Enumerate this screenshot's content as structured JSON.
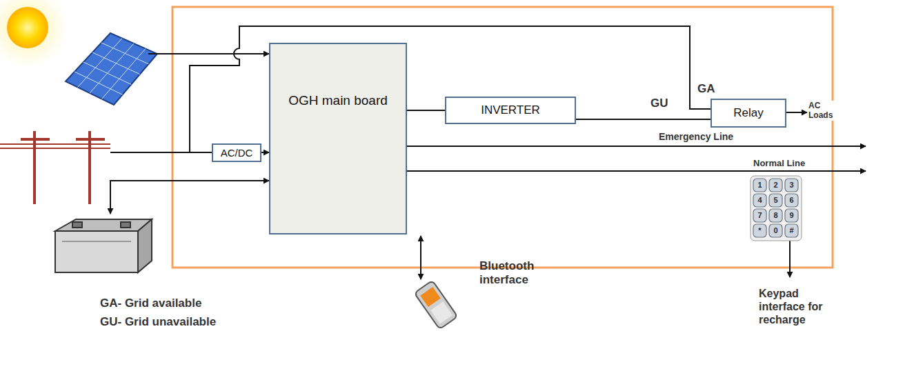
{
  "diagram": {
    "nodes": [
      {
        "text": [
          "OGH main board"
        ]
      },
      {
        "text": [
          "INVERTER"
        ]
      },
      {
        "text": [
          "Relay"
        ]
      },
      {
        "text": [
          "AC/DC"
        ]
      }
    ],
    "edges": [
      {
        "from": 3,
        "to": 0,
        "arrow": "to"
      },
      {
        "from": 0,
        "to": 1,
        "arrow": "none"
      },
      {
        "from": 1,
        "to": 2,
        "label": "GU",
        "arrow": "none"
      }
    ],
    "labels": [
      "GA",
      "AC Loads",
      "Emergency Line",
      "Normal Line",
      "1",
      "2",
      "3",
      "4",
      "5",
      "6",
      "7",
      "8",
      "9",
      "*",
      "0",
      "#",
      "Bluetooth interface",
      "GA- Grid available",
      "GU- Grid unavailable",
      "Keypad interface for recharge"
    ]
  }
}
